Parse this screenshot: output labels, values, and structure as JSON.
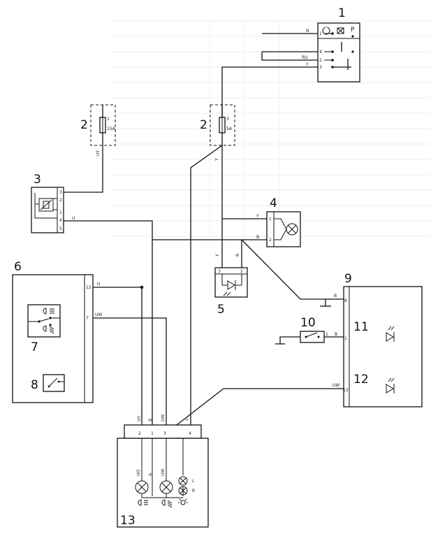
{
  "components": {
    "c1": "1",
    "c2a": "2",
    "c2b": "2",
    "c3": "3",
    "c4": "4",
    "c5": "5",
    "c6": "6",
    "c7": "7",
    "c8": "8",
    "c9": "9",
    "c10": "10",
    "c11": "11",
    "c12": "12",
    "c13": "13"
  },
  "fuse_left": {
    "pin": "1",
    "rating": "15A"
  },
  "fuse_right": {
    "pin": "3",
    "rating": "5A"
  },
  "switch1": {
    "pins": [
      "1",
      "4",
      "2",
      "3"
    ],
    "header": [
      "P"
    ],
    "wires": [
      "N",
      "RU",
      "Y"
    ]
  },
  "relay3": {
    "pins": [
      "3",
      "2",
      "1",
      "4",
      "5"
    ]
  },
  "lamp4": {
    "pins": [
      "1",
      "2"
    ]
  },
  "led5": {
    "pins": [
      "3",
      "2"
    ]
  },
  "box6": {
    "pins": [
      "12",
      "7"
    ]
  },
  "conn9": {
    "pins": [
      "8",
      "1",
      "13"
    ]
  },
  "conn13": {
    "pins": [
      "2",
      "1",
      "3",
      "4"
    ]
  },
  "wire_labels": {
    "uy": "UY",
    "y_fuse": "Y",
    "u_relay": "U",
    "y_lamp": "Y",
    "b_lamp": "B",
    "y_led": "Y",
    "b_led": "B",
    "u_box6": "U",
    "uw_box6": "UW",
    "b_conn9": "B",
    "b_sw10": "B",
    "uw_conn9": "UW",
    "uy_13": "UY",
    "b_13": "B",
    "uw_13": "UW",
    "y_13": "Y",
    "uo_lamp": "UO",
    "b_lamp13": "B",
    "uw_lamp13": "UW",
    "l": "L",
    "r": "R"
  }
}
